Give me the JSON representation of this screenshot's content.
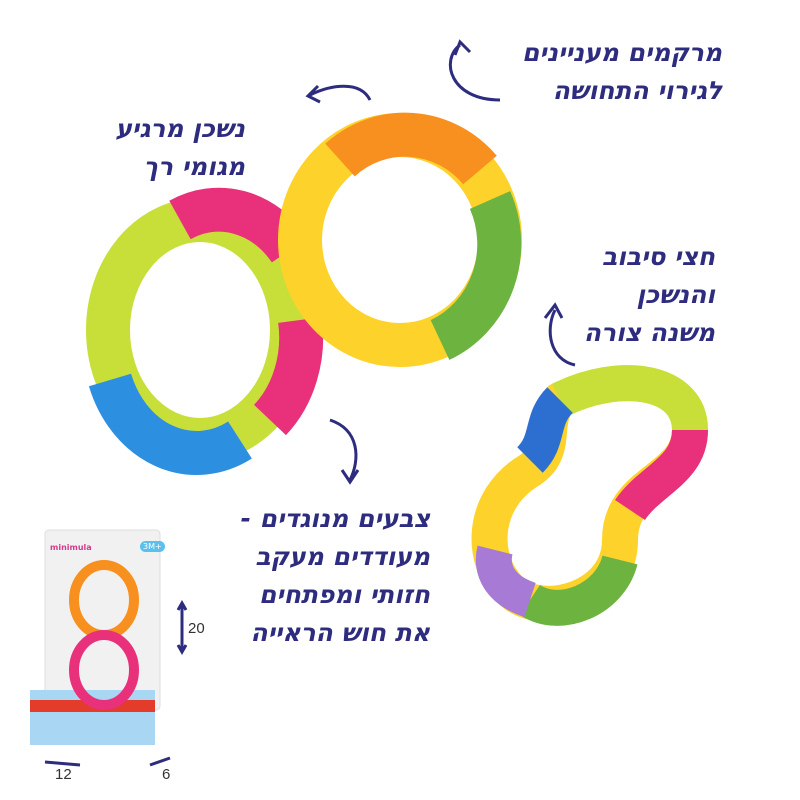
{
  "callouts": {
    "textures": [
      "מרקמים מעניינים",
      "לגירוי התחושה"
    ],
    "soft_teether": [
      "נשכן מרגיע",
      "מגומי רך"
    ],
    "half_turn": [
      "חצי סיבוב",
      "והנשכן",
      "משנה צורה"
    ],
    "contrast_colors": [
      "צבעים מנוגדים -",
      "מעודדים מעקב",
      "חזותי ומפתחים",
      "את חוש הראייה"
    ]
  },
  "package": {
    "brand": "minimula",
    "age_badge": "3M+"
  },
  "dimensions": {
    "height": "20",
    "width": "12",
    "depth": "6"
  },
  "colors": {
    "text": "#2e2c7e",
    "orange": "#f7901e",
    "yellow": "#fdd22a",
    "green": "#8cc63f",
    "pink": "#e8317a",
    "blue": "#2d8fe0",
    "lime": "#c8df3a"
  }
}
